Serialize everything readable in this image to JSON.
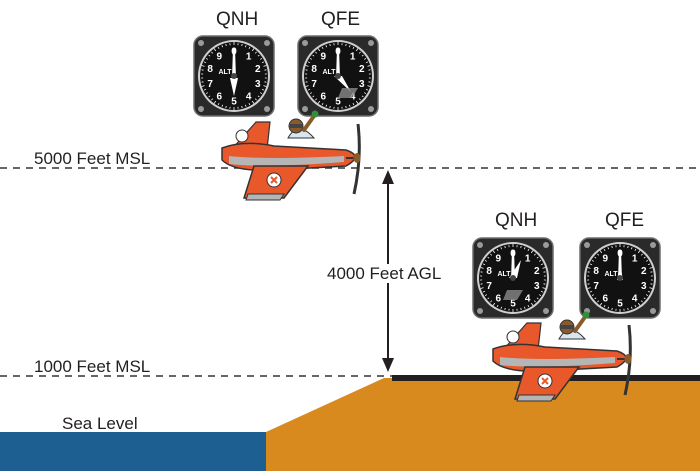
{
  "colors": {
    "ground": "#d98a1f",
    "sea": "#1e5f92",
    "runway": "#231f20",
    "dashes": "#333333",
    "plane_body": "#e8582a",
    "plane_trim": "#b5b5b5",
    "pilot": "#8a5a2b",
    "gauge_face": "#111111",
    "gauge_text": "#ffffff"
  },
  "reference_lines": {
    "high": "5000 Feet MSL",
    "low": "1000 Feet MSL"
  },
  "height_marker": {
    "label": "4000 Feet AGL"
  },
  "sea": {
    "label": "Sea Level"
  },
  "upper_panel": {
    "left": {
      "title": "QNH",
      "face_label": "ALT"
    },
    "right": {
      "title": "QFE",
      "face_label": "ALT"
    }
  },
  "lower_panel": {
    "left": {
      "title": "QNH",
      "face_label": "ALT"
    },
    "right": {
      "title": "QFE",
      "face_label": "ALT"
    }
  },
  "dial_numbers": [
    "0",
    "1",
    "2",
    "3",
    "4",
    "5",
    "6",
    "7",
    "8",
    "9"
  ]
}
